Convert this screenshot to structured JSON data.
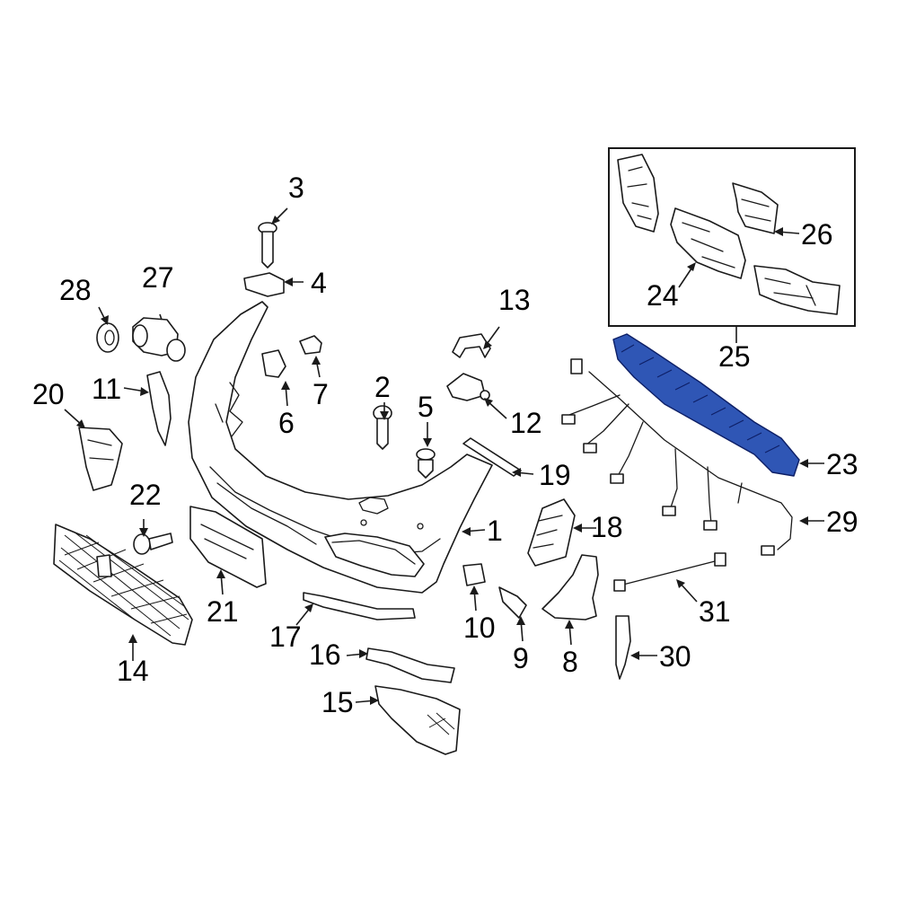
{
  "diagram": {
    "callouts": {
      "c1": "1",
      "c2": "2",
      "c3": "3",
      "c4": "4",
      "c5": "5",
      "c6": "6",
      "c7": "7",
      "c8": "8",
      "c9": "9",
      "c10": "10",
      "c11": "11",
      "c12": "12",
      "c13": "13",
      "c14": "14",
      "c15": "15",
      "c16": "16",
      "c17": "17",
      "c18": "18",
      "c19": "19",
      "c20": "20",
      "c21": "21",
      "c22": "22",
      "c23": "23",
      "c24": "24",
      "c25": "25",
      "c26": "26",
      "c27": "27",
      "c28": "28",
      "c29": "29",
      "c30": "30",
      "c31": "31"
    },
    "highlighted_part": "23",
    "colors": {
      "line": "#1a1a1a",
      "highlight_fill": "#2f56b5",
      "highlight_stroke": "#0d1f66",
      "background": "#ffffff"
    }
  }
}
